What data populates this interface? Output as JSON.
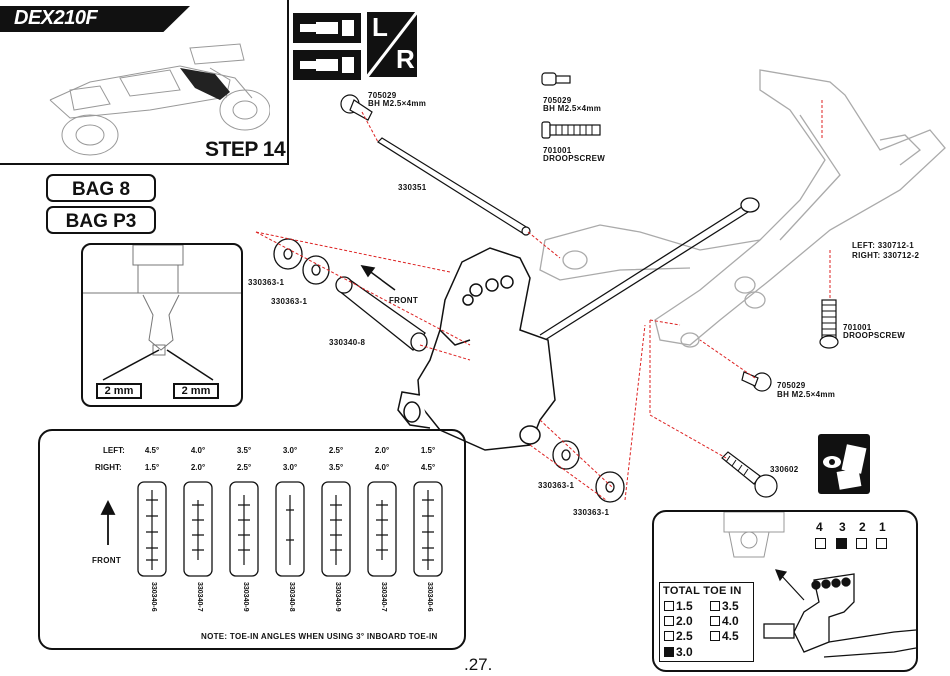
{
  "header": {
    "model": "DEX210F",
    "step": "STEP 14",
    "side": [
      "L",
      "R"
    ]
  },
  "bags": [
    "BAG 8",
    "BAG P3"
  ],
  "inset": {
    "gauge_left": "2 mm",
    "gauge_right": "2 mm"
  },
  "parts": {
    "screw1_code": "705029",
    "screw1_desc": "BH M2.5×4mm",
    "screw2_code": "705029",
    "screw2_desc": "BH M2.5×4mm",
    "droop_code": "701001",
    "droop_desc": "DROOPSCREW",
    "pin": "330351",
    "arm_left": "LEFT:   330712-1",
    "arm_right": "RIGHT: 330712-2",
    "shim_a": "330363-1",
    "shim_b": "330363-1",
    "insert": "330340-8",
    "front": "FRONT",
    "droop2_code": "701001",
    "droop2_desc": "DROOPSCREW",
    "screw3_code": "705029",
    "screw3_desc": "BH M2.5×4mm",
    "bolt": "330602",
    "shim_c": "330363-1",
    "shim_d": "330363-1"
  },
  "toe_table": {
    "left_label": "LEFT:",
    "right_label": "RIGHT:",
    "left": [
      "4.5°",
      "4.0°",
      "3.5°",
      "3.0°",
      "2.5°",
      "2.0°",
      "1.5°"
    ],
    "right": [
      "1.5°",
      "2.0°",
      "2.5°",
      "3.0°",
      "3.5°",
      "4.0°",
      "4.5°"
    ],
    "codes": [
      "330340-6",
      "330340-7",
      "330340-9",
      "330340-8",
      "330340-9",
      "330340-7",
      "330340-6"
    ],
    "front": "FRONT",
    "note": "NOTE: TOE-IN ANGLES WHEN USING 3° INBOARD TOE-IN"
  },
  "total_toe": {
    "positions": [
      "4",
      "3",
      "2",
      "1"
    ],
    "selected_position": "3",
    "title": "TOTAL TOE IN",
    "options": [
      "1.5",
      "3.5",
      "2.0",
      "4.0",
      "2.5",
      "4.5",
      "3.0"
    ],
    "checked": "3.0"
  },
  "page_number": ".27."
}
